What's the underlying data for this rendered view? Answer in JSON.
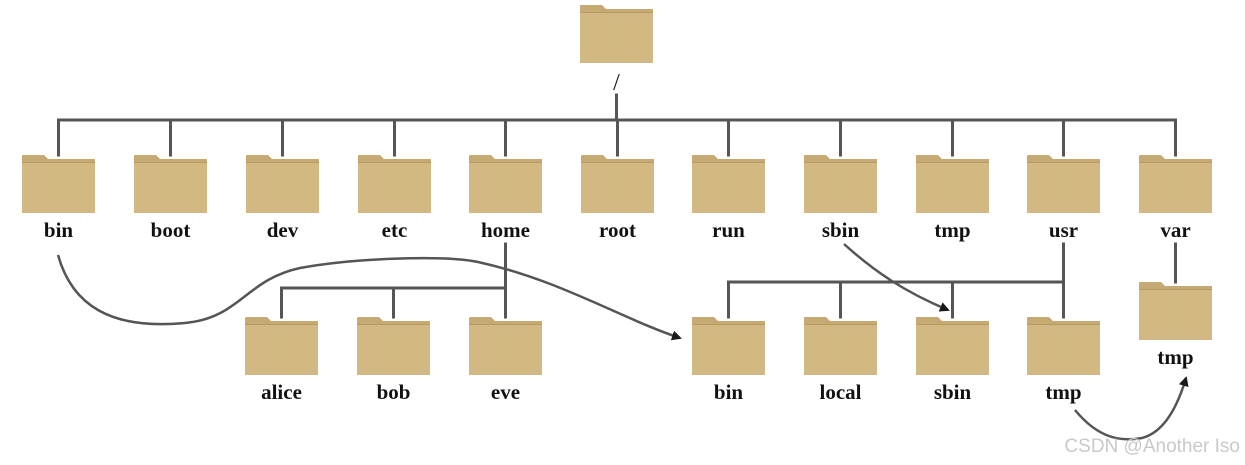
{
  "colors": {
    "folder_body": "#d2b984",
    "folder_tab": "#c6aa73",
    "folder_line": "#b79a60",
    "connector": "#555555",
    "arrow": "#555555"
  },
  "folders": [
    {
      "id": "root",
      "label": "/"
    },
    {
      "id": "bin",
      "label": "bin"
    },
    {
      "id": "boot",
      "label": "boot"
    },
    {
      "id": "dev",
      "label": "dev"
    },
    {
      "id": "etc",
      "label": "etc"
    },
    {
      "id": "home",
      "label": "home"
    },
    {
      "id": "rootdir",
      "label": "root"
    },
    {
      "id": "run",
      "label": "run"
    },
    {
      "id": "sbin",
      "label": "sbin"
    },
    {
      "id": "tmp",
      "label": "tmp"
    },
    {
      "id": "usr",
      "label": "usr"
    },
    {
      "id": "var",
      "label": "var"
    },
    {
      "id": "alice",
      "label": "alice"
    },
    {
      "id": "bob",
      "label": "bob"
    },
    {
      "id": "eve",
      "label": "eve"
    },
    {
      "id": "usr_bin",
      "label": "bin"
    },
    {
      "id": "usr_local",
      "label": "local"
    },
    {
      "id": "usr_sbin",
      "label": "sbin"
    },
    {
      "id": "usr_tmp",
      "label": "tmp"
    },
    {
      "id": "var_tmp",
      "label": "tmp"
    }
  ],
  "tree_edges": [
    {
      "from": "root",
      "to": [
        "bin",
        "boot",
        "dev",
        "etc",
        "home",
        "rootdir",
        "run",
        "sbin",
        "tmp",
        "usr",
        "var"
      ]
    },
    {
      "from": "home",
      "to": [
        "alice",
        "bob",
        "eve"
      ]
    },
    {
      "from": "usr",
      "to": [
        "usr_bin",
        "usr_local",
        "usr_sbin",
        "usr_tmp"
      ]
    },
    {
      "from": "var",
      "to": [
        "var_tmp"
      ]
    }
  ],
  "link_arrows": [
    {
      "from": "bin",
      "to": "usr_bin"
    },
    {
      "from": "sbin",
      "to": "usr_sbin"
    },
    {
      "from": "usr_tmp",
      "to": "var_tmp"
    }
  ],
  "watermark": "CSDN @Another Iso"
}
